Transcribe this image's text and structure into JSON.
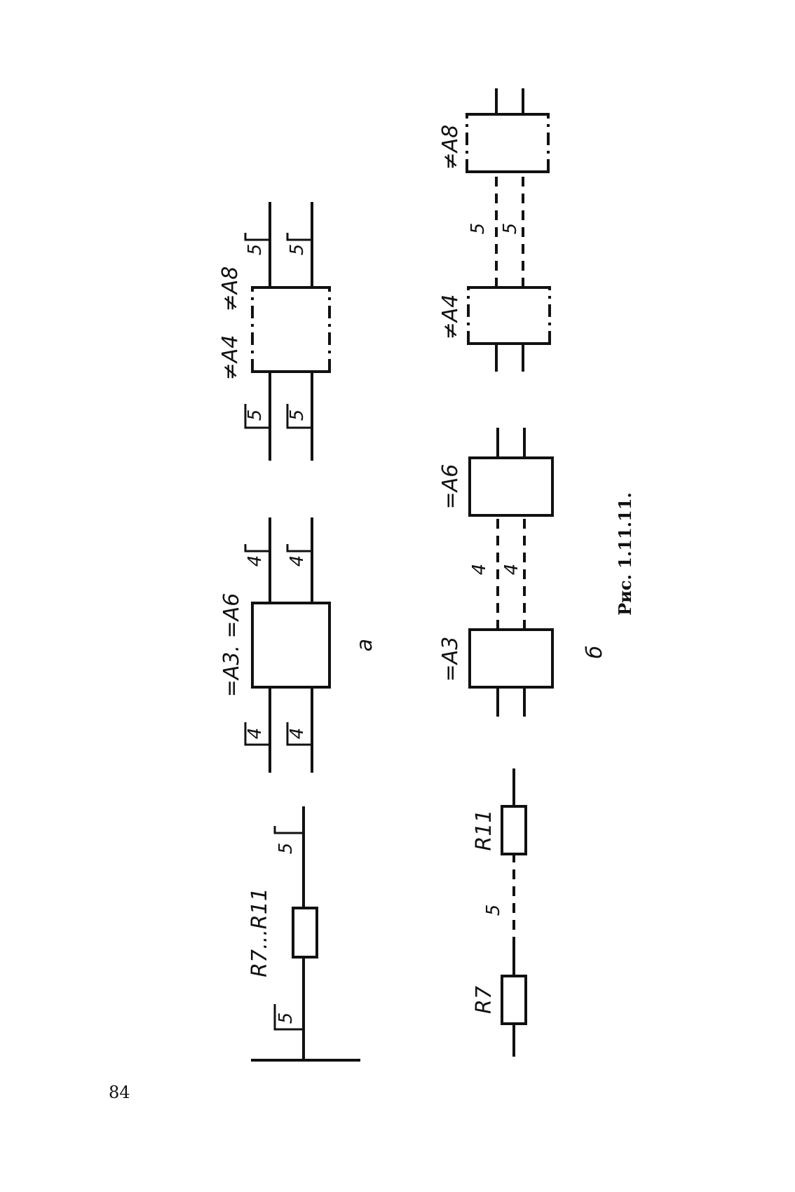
{
  "page_number": "84",
  "caption": "Рис. 1.11.11.",
  "sub_a_label": "а",
  "sub_b_label": "б",
  "a": {
    "r_group_label": "R7...R11",
    "r_wire_5_left": "5",
    "r_wire_5_right": "5",
    "a3a6_label": "=А3. =А6",
    "wire4_tl": "4",
    "wire4_bl": "4",
    "wire4_tr": "4",
    "wire4_br": "4",
    "a4_label": "≠А4",
    "a8_label": "≠А8",
    "wire5_tl": "5",
    "wire5_bl": "5",
    "wire5_tr": "5",
    "wire5_br": "5"
  },
  "b": {
    "r7_label": "R7",
    "r11_label": "R11",
    "r_wire": "5",
    "a3_label": "=А3",
    "a6_label": "=А6",
    "wire4_top": "4",
    "wire4_bot": "4",
    "a4_label": "≠А4",
    "a8_label": "≠А8",
    "wire5_top": "5",
    "wire5_bot": "5"
  }
}
